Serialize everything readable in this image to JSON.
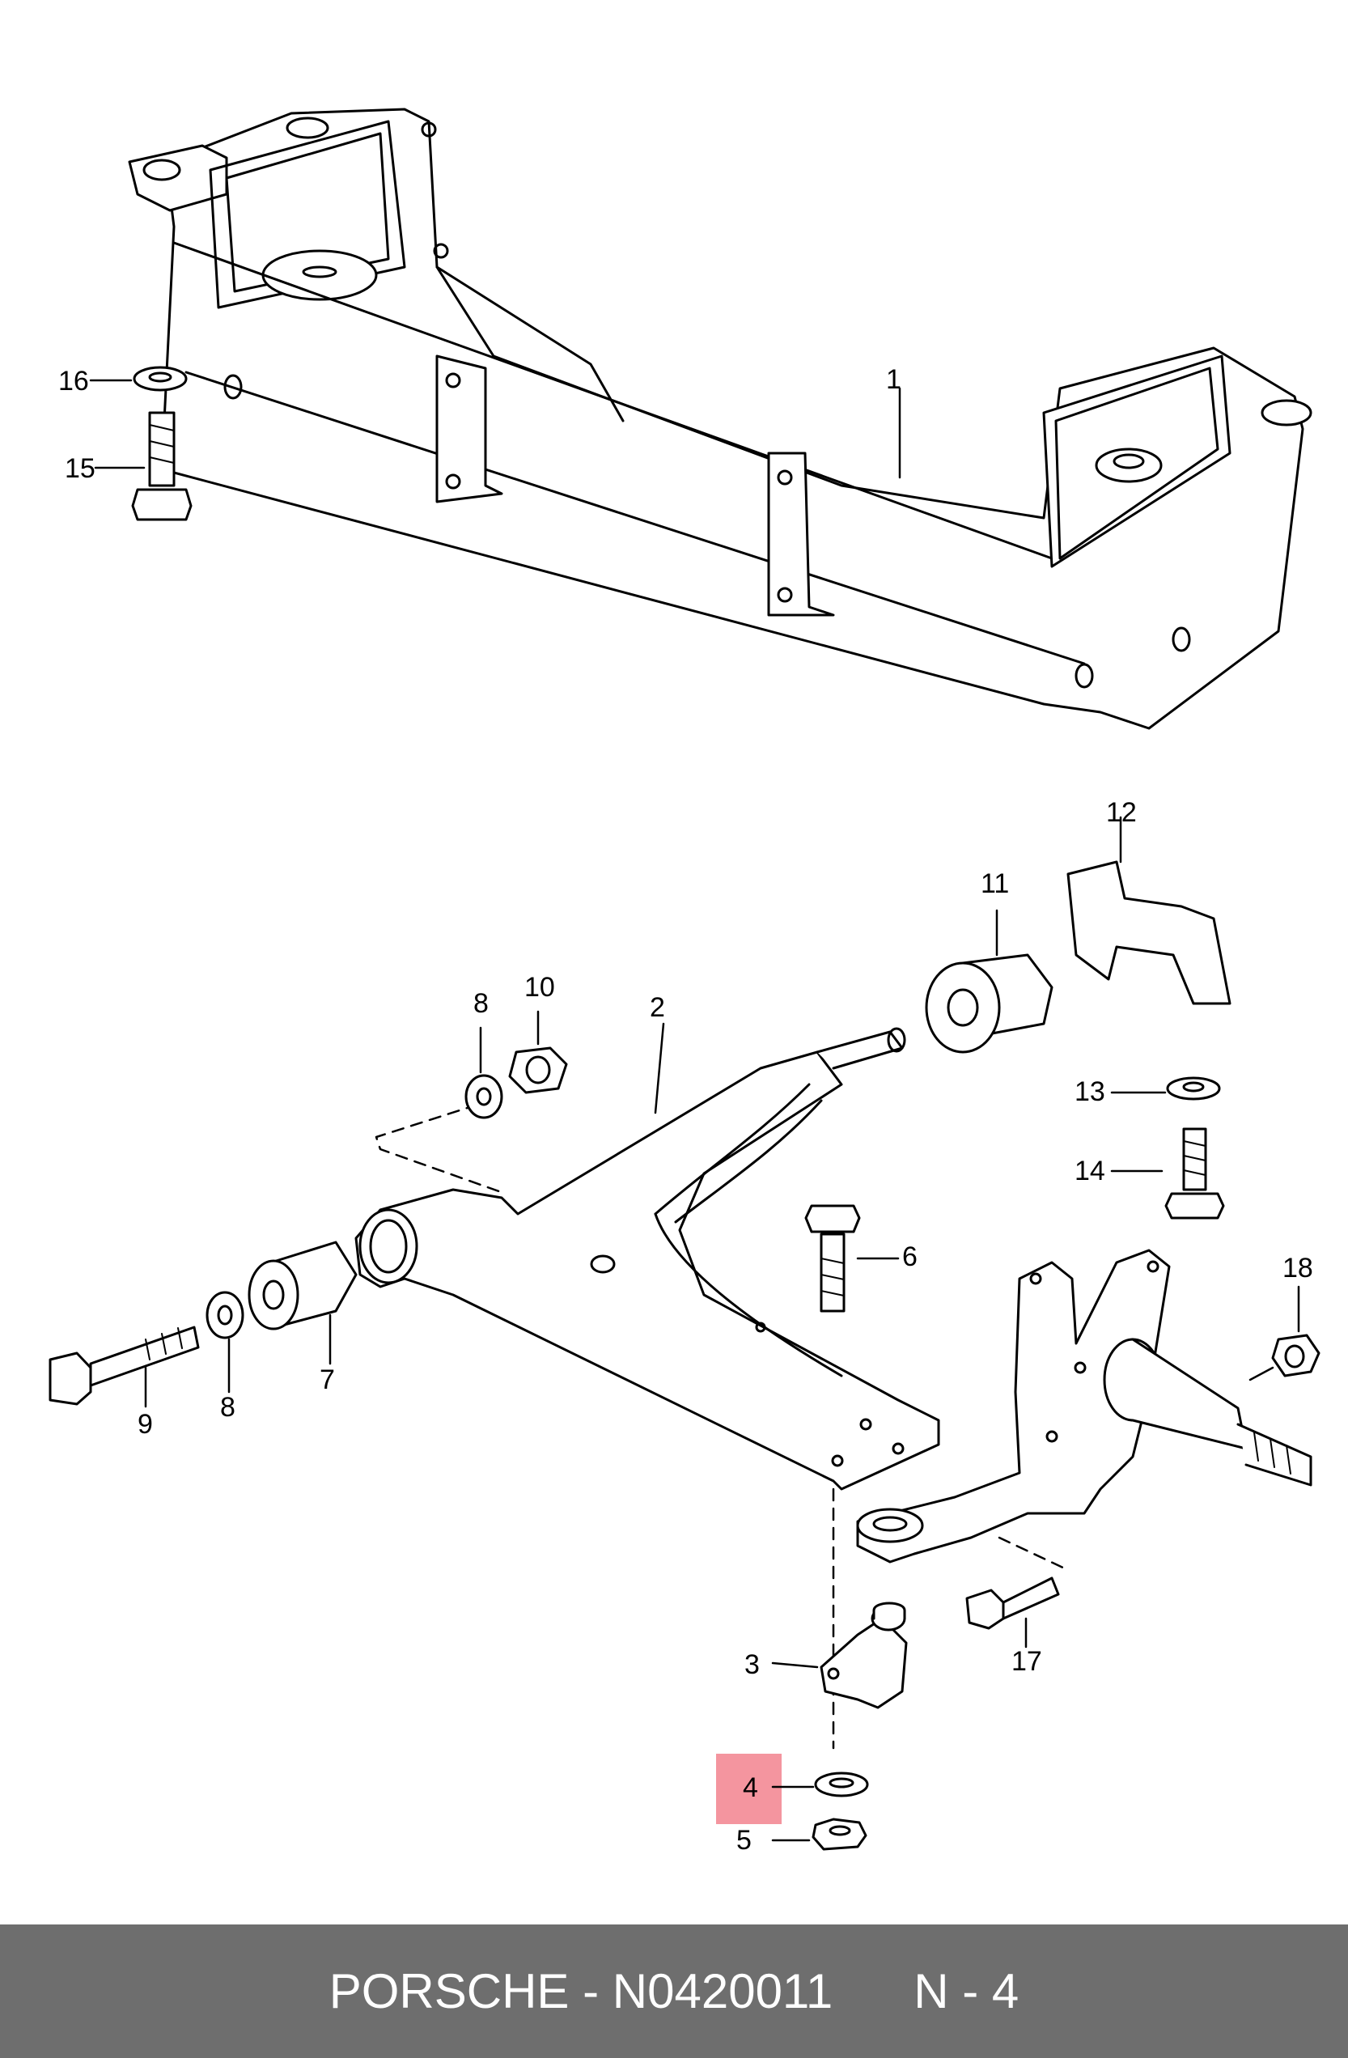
{
  "callouts": {
    "c1": "1",
    "c2": "2",
    "c3": "3",
    "c4": "4",
    "c5": "5",
    "c6": "6",
    "c7": "7",
    "c8a": "8",
    "c8b": "8",
    "c9": "9",
    "c10": "10",
    "c11": "11",
    "c12": "12",
    "c13": "13",
    "c14": "14",
    "c15": "15",
    "c16": "16",
    "c17": "17",
    "c18": "18"
  },
  "footer": {
    "brand_part": "PORSCHE - N0420011",
    "ref": "N - 4"
  },
  "highlight_color": "#f38a95"
}
